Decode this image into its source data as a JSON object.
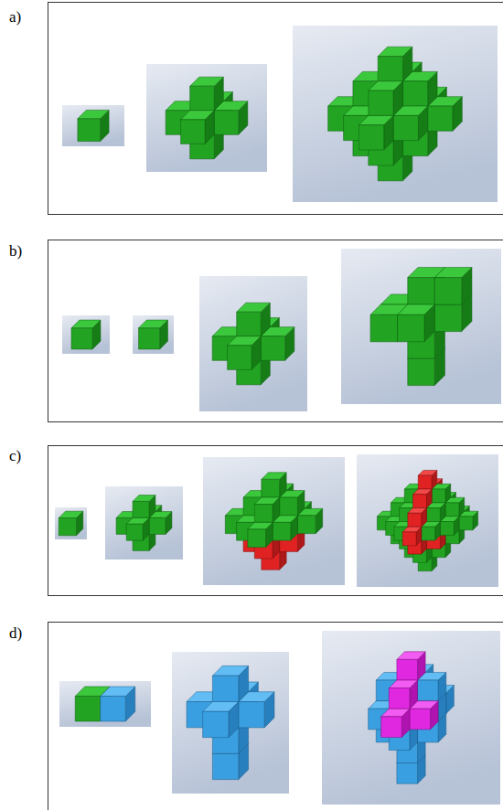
{
  "diagram": {
    "nodes": [
      {
        "text": [
          "a)"
        ]
      },
      {
        "text": [
          "b)"
        ]
      },
      {
        "text": [
          "c)"
        ]
      },
      {
        "text": [
          "d)"
        ]
      }
    ]
  }
}
